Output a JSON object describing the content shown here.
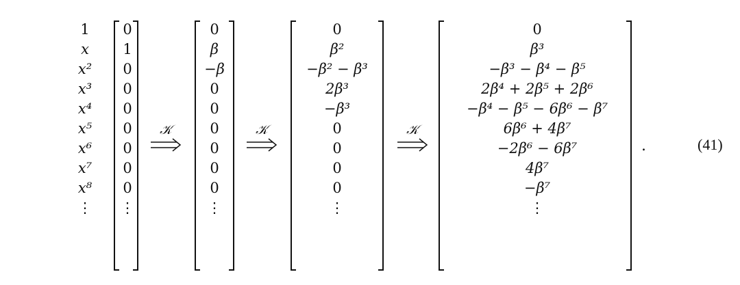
{
  "basis": [
    "1",
    "x",
    "x²",
    "x³",
    "x⁴",
    "x⁵",
    "x⁶",
    "x⁷",
    "x⁸",
    "⋮"
  ],
  "vectors": [
    [
      "0",
      "1",
      "0",
      "0",
      "0",
      "0",
      "0",
      "0",
      "0",
      "⋮"
    ],
    [
      "0",
      "β",
      "−β",
      "0",
      "0",
      "0",
      "0",
      "0",
      "0",
      "⋮"
    ],
    [
      "0",
      "β²",
      "−β² − β³",
      "2β³",
      "−β³",
      "0",
      "0",
      "0",
      "0",
      "⋮"
    ],
    [
      "0",
      "β³",
      "−β³ − β⁴ − β⁵",
      "2β⁴ + 2β⁵ + 2β⁶",
      "−β⁴ − β⁵ − 6β⁶ − β⁷",
      "6β⁶ + 4β⁷",
      "−2β⁶ − 6β⁷",
      "4β⁷",
      "−β⁷",
      "⋮"
    ]
  ],
  "operator_label": "𝒦",
  "trailing_punct": ".",
  "equation_number": "(41)"
}
